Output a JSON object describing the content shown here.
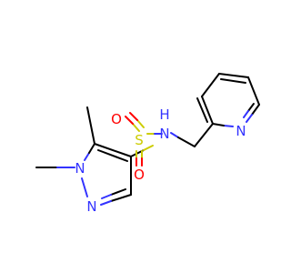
{
  "molecule": {
    "atoms": {
      "n1": "N",
      "n2": "N",
      "s": "S",
      "o1": "O",
      "o2": "O",
      "nh_n": "N",
      "nh_h": "H",
      "npy": "N"
    },
    "colors": {
      "carbon": "#000000",
      "nitrogen": "#3333ff",
      "oxygen": "#ff0000",
      "sulfur": "#cccc00"
    }
  }
}
